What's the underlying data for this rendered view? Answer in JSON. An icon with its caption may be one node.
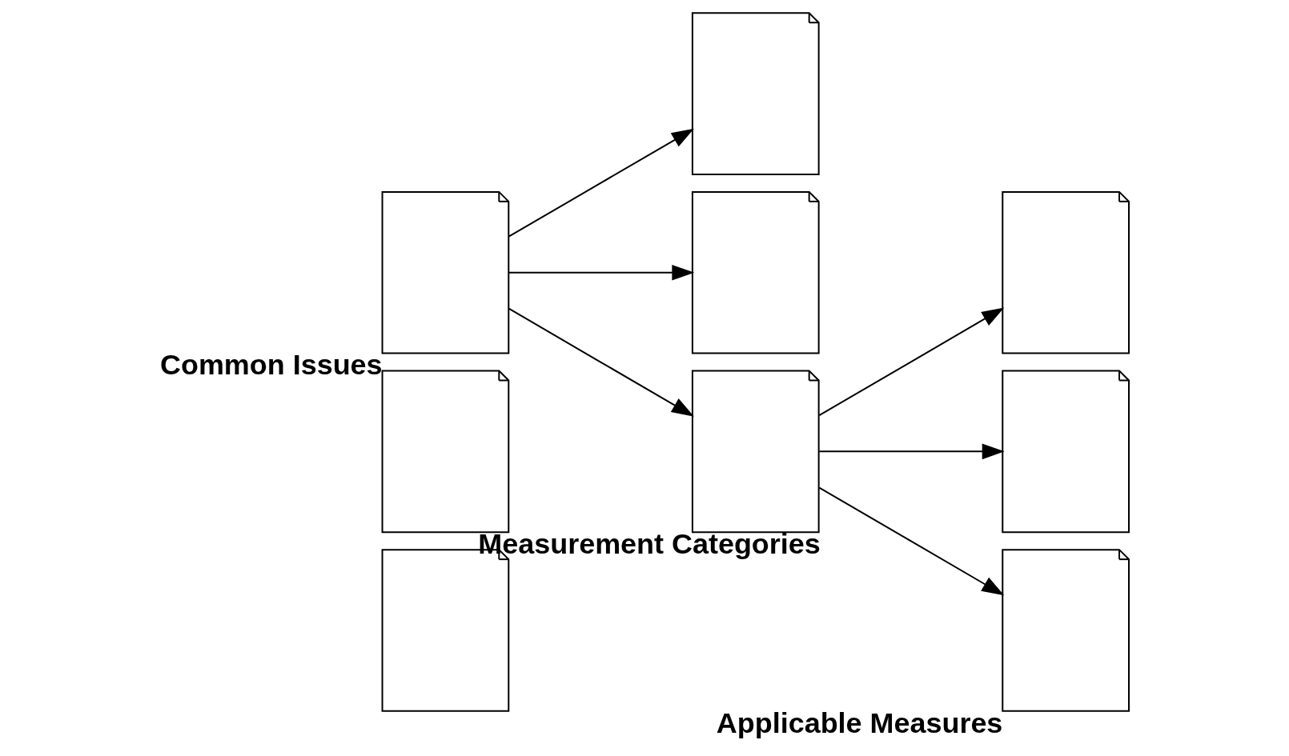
{
  "diagram": {
    "nodes": [
      {
        "text": [],
        "shape": "document"
      },
      {
        "text": [],
        "shape": "document"
      },
      {
        "text": [],
        "shape": "document",
        "beside": [
          "Common Issues"
        ]
      },
      {
        "text": [],
        "shape": "document"
      },
      {
        "text": [],
        "shape": "document"
      },
      {
        "text": [],
        "shape": "document",
        "beside": [
          "Measurement Categories"
        ]
      },
      {
        "text": [],
        "shape": "document"
      },
      {
        "text": [],
        "shape": "document"
      },
      {
        "text": [],
        "shape": "document",
        "beside": [
          "Applicable Measures"
        ]
      }
    ],
    "edges": [
      {
        "from": 2,
        "to": 3,
        "arrow": "to"
      },
      {
        "from": 2,
        "to": 4,
        "arrow": "to"
      },
      {
        "from": 2,
        "to": 5,
        "arrow": "to"
      },
      {
        "from": 5,
        "to": 6,
        "arrow": "to"
      },
      {
        "from": 5,
        "to": 7,
        "arrow": "to"
      },
      {
        "from": 5,
        "to": 8,
        "arrow": "to"
      }
    ]
  }
}
